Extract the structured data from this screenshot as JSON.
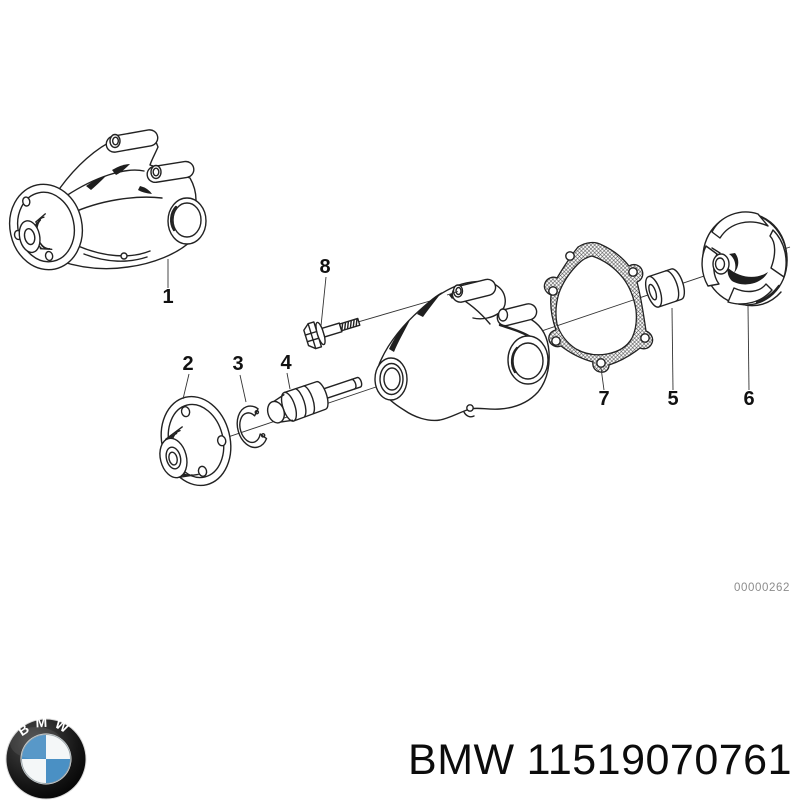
{
  "diagram": {
    "watermark": "00000262",
    "callouts": [
      {
        "label": "1",
        "part": "water-pump-assembly"
      },
      {
        "label": "2",
        "part": "pulley-flange"
      },
      {
        "label": "3",
        "part": "snap-ring"
      },
      {
        "label": "4",
        "part": "bearing-shaft"
      },
      {
        "label": "5",
        "part": "seal-bushing"
      },
      {
        "label": "6",
        "part": "impeller"
      },
      {
        "label": "7",
        "part": "gasket"
      },
      {
        "label": "8",
        "part": "hex-bolt"
      }
    ]
  },
  "footer": {
    "brand": "BMW",
    "part_number": "11519070761",
    "logo_letters": "BMW"
  },
  "colors": {
    "line": "#222222",
    "watermark_gray": "#8c8c8c",
    "bmw_blue": "#4a90c4",
    "logo_ring": "#111111"
  }
}
